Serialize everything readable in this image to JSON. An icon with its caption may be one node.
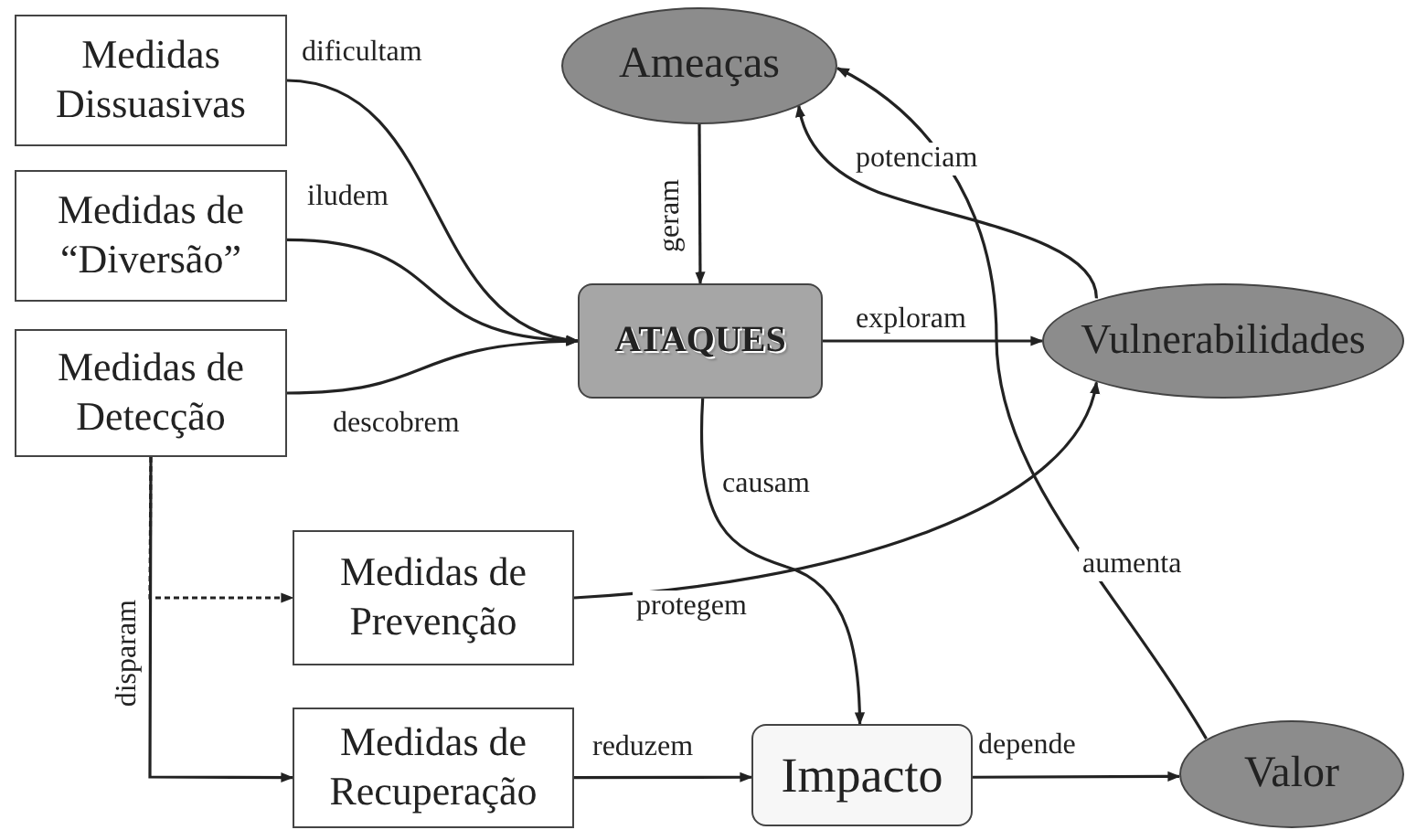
{
  "diagram": {
    "nodes": [
      {
        "text": [
          "Medidas Dissuasivas"
        ]
      },
      {
        "text": [
          "Medidas de “Diversão”"
        ]
      },
      {
        "text": [
          "Medidas de Detecção"
        ]
      },
      {
        "text": [
          "Ameaças"
        ]
      },
      {
        "text": [
          "ATAQUES"
        ]
      },
      {
        "text": [
          "Vulnerabilidades"
        ]
      },
      {
        "text": [
          "Medidas de Prevenção"
        ]
      },
      {
        "text": [
          "Medidas de Recuperação"
        ]
      },
      {
        "text": [
          "Impacto"
        ]
      },
      {
        "text": [
          "Valor"
        ]
      }
    ],
    "edges": [
      {
        "from": 0,
        "to": 4,
        "arrow": "to",
        "label": "dificultam"
      },
      {
        "from": 1,
        "to": 4,
        "arrow": "to",
        "label": "iludem"
      },
      {
        "from": 2,
        "to": 4,
        "arrow": "to",
        "label": "descobrem"
      },
      {
        "from": 3,
        "to": 4,
        "arrow": "to",
        "label": "geram"
      },
      {
        "from": 4,
        "to": 5,
        "arrow": "to",
        "label": "exploram"
      },
      {
        "from": 5,
        "to": 3,
        "arrow": "to",
        "label": "potenciam"
      },
      {
        "from": 9,
        "to": 3,
        "arrow": "to",
        "label": "aumenta"
      },
      {
        "from": 4,
        "to": 8,
        "arrow": "to",
        "label": "causam"
      },
      {
        "from": 6,
        "to": 5,
        "arrow": "to",
        "label": "protegem"
      },
      {
        "from": 2,
        "to": 6,
        "arrow": "to",
        "style": "dashed"
      },
      {
        "from": 2,
        "to": 7,
        "arrow": "to",
        "label": "disparam"
      },
      {
        "from": 7,
        "to": 8,
        "arrow": "to",
        "label": "reduzem"
      },
      {
        "from": 8,
        "to": 9,
        "arrow": "to",
        "label": "depende"
      }
    ]
  }
}
